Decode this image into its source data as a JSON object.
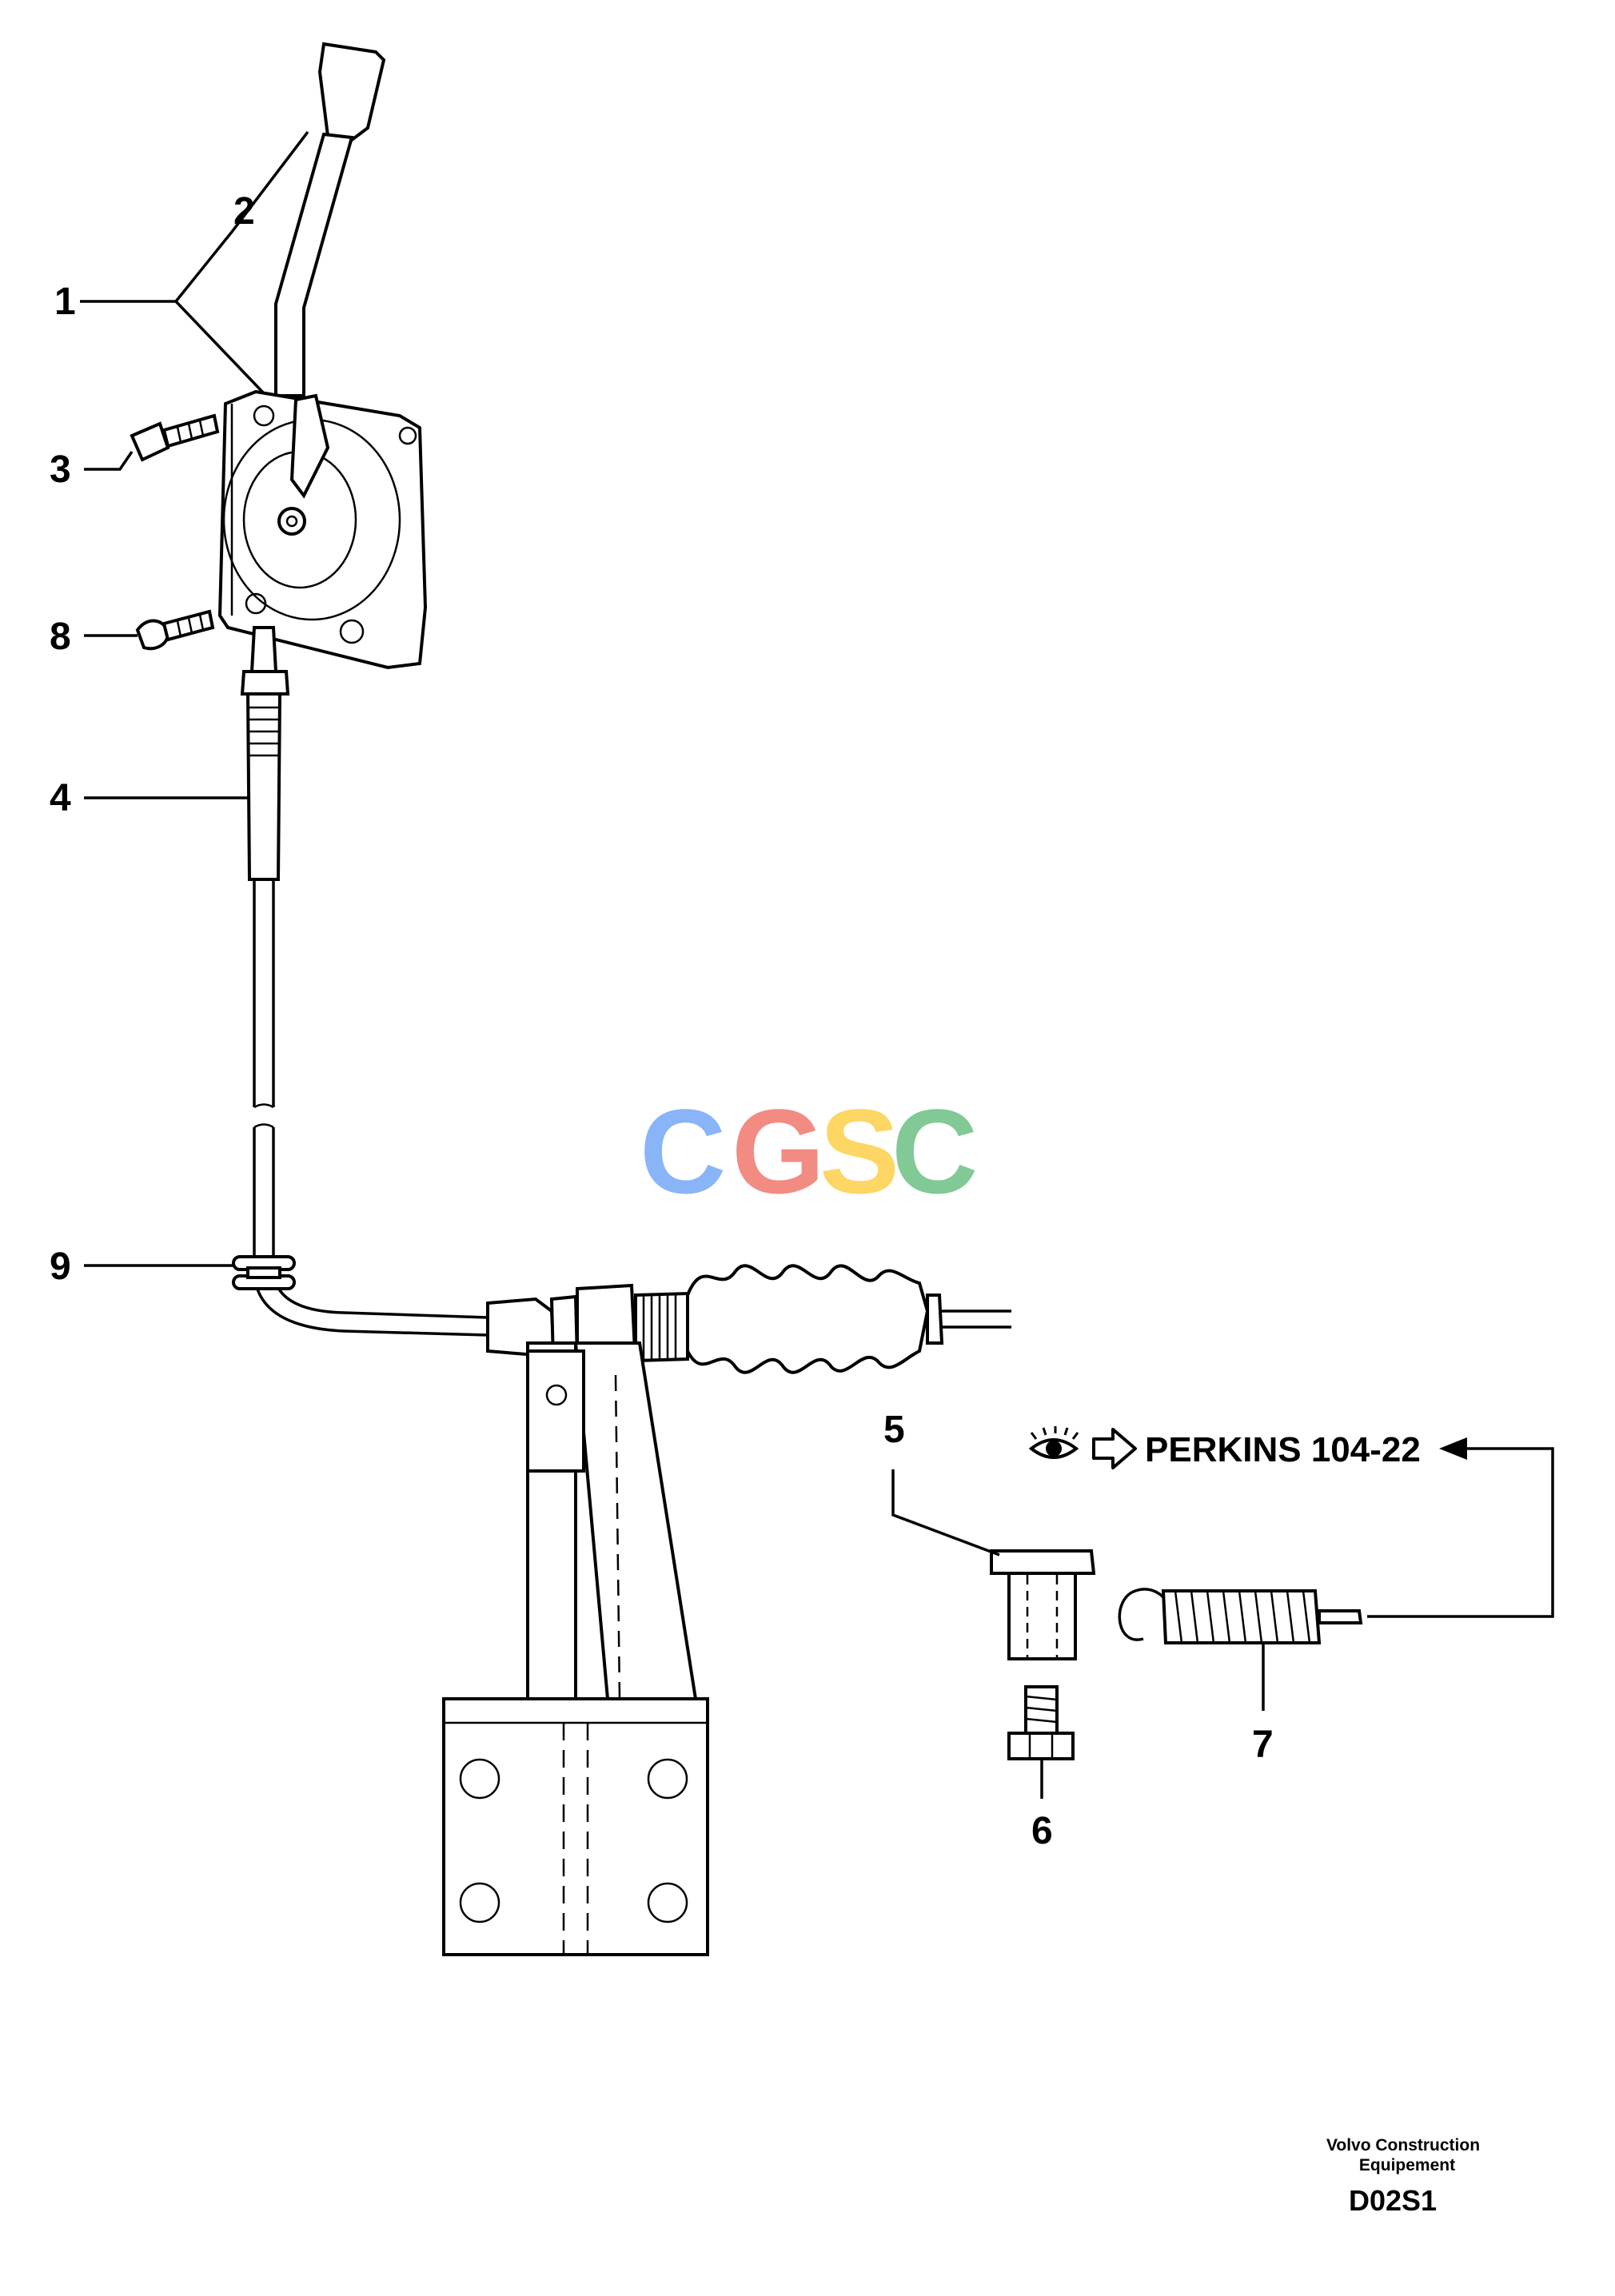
{
  "callouts": [
    {
      "id": "1",
      "label": "1"
    },
    {
      "id": "2",
      "label": "2"
    },
    {
      "id": "3",
      "label": "3"
    },
    {
      "id": "4",
      "label": "4"
    },
    {
      "id": "5",
      "label": "5"
    },
    {
      "id": "6",
      "label": "6"
    },
    {
      "id": "7",
      "label": "7"
    },
    {
      "id": "8",
      "label": "8"
    },
    {
      "id": "9",
      "label": "9"
    }
  ],
  "reference": {
    "text": "PERKINS 104-22",
    "icons": [
      "eye-icon",
      "arrow-right-icon"
    ]
  },
  "watermark": {
    "letters": [
      "C",
      "G",
      "S",
      "C"
    ],
    "colors": [
      "#8ab4f8",
      "#f28b82",
      "#fdd663",
      "#81c995"
    ]
  },
  "footer": {
    "line1": "Volvo Construction",
    "line2": "Equipement",
    "code": "D02S1"
  }
}
